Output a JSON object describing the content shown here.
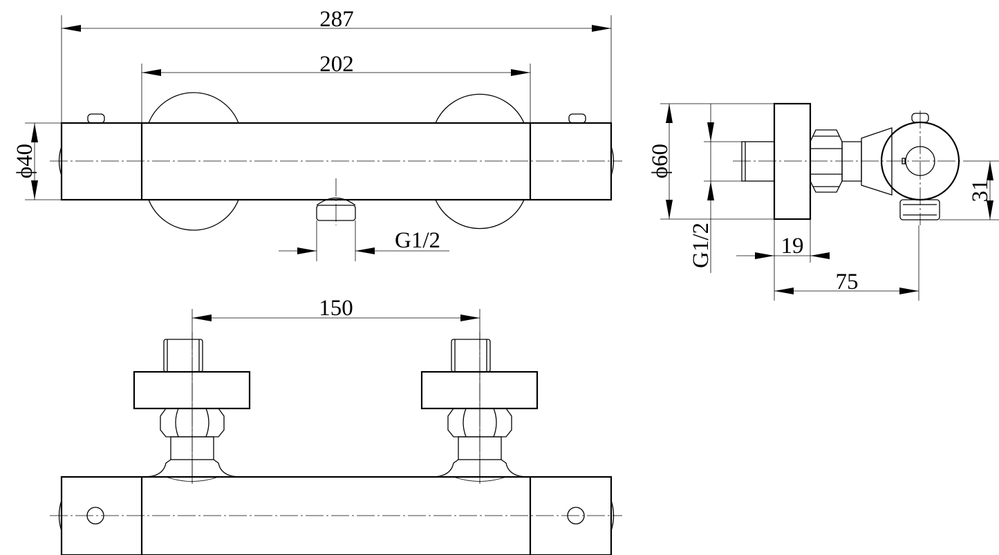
{
  "drawing": {
    "front_view": {
      "overall_length": "287",
      "center_length": "202",
      "body_diameter": "ϕ40",
      "outlet_thread": "G1/2"
    },
    "side_view": {
      "flange_diameter": "ϕ60",
      "inlet_thread": "G1/2",
      "flange_thickness": "19",
      "projection": "75",
      "outlet_offset": "31"
    },
    "top_view": {
      "inlet_spacing": "150"
    }
  }
}
